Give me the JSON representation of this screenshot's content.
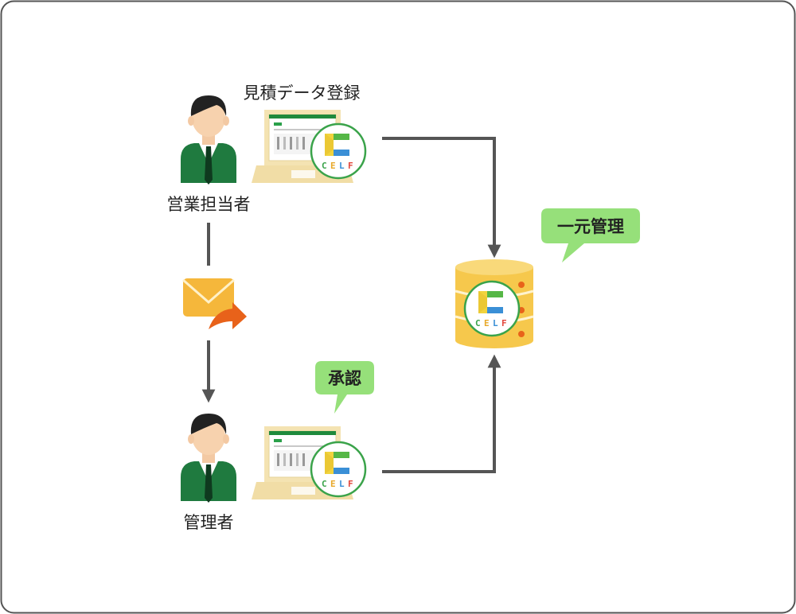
{
  "diagram": {
    "labels": {
      "sales_rep": "営業担当者",
      "manager": "管理者",
      "register_estimate": "見積データ登録"
    },
    "bubbles": {
      "approval": "承認",
      "central": "一元管理"
    },
    "logo": {
      "text": "CELF",
      "letters": [
        "C",
        "E",
        "L",
        "F"
      ]
    },
    "icons": {
      "person": "businessman-icon",
      "laptop": "laptop-icon",
      "mail": "mail-forward-icon",
      "database": "database-icon"
    },
    "colors": {
      "suit": "#1f7a3f",
      "bubble": "#96e07a",
      "arrow": "#555555",
      "envelope": "#f5b73b",
      "forward_arrow": "#e8621a",
      "database": "#f6c84c",
      "logo_ring": "#3aa34a"
    }
  }
}
